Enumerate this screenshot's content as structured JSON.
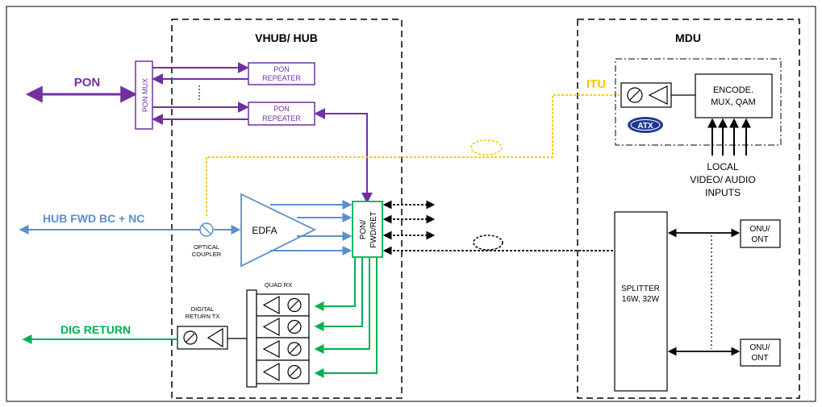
{
  "sections": {
    "vhub_title": "VHUB/ HUB",
    "mdu_title": "MDU"
  },
  "signals": {
    "pon": "PON",
    "hub_fwd": "HUB FWD BC + NC",
    "dig_return": "DIG RETURN",
    "itu": "ITU"
  },
  "blocks": {
    "pon_mux": "PON MUX",
    "pon_repeater": [
      "PON",
      "REPEATER"
    ],
    "edfa": "EDFA",
    "pon_fwd_ret": [
      "PON/",
      "FWD/RET"
    ],
    "optical_coupler": [
      "OPTICAL",
      "COUPLER"
    ],
    "quad_rx": "QUAD RX",
    "digital_return_tx": [
      "DIGITAL",
      "RETURN TX"
    ],
    "encoder": [
      "ENCODE.",
      "MUX, QAM"
    ],
    "atx_logo": "ATX",
    "local_inputs": [
      "LOCAL",
      "VIDEO/ AUDIO",
      "INPUTS"
    ],
    "splitter": [
      "SPLITTER",
      "16W, 32W"
    ],
    "onu": [
      "ONU/",
      "ONT"
    ]
  },
  "colors": {
    "pon": "#7030a0",
    "fwd": "#5b8fcc",
    "ret": "#00b050",
    "itu": "#ffc000",
    "ink": "#000000"
  }
}
